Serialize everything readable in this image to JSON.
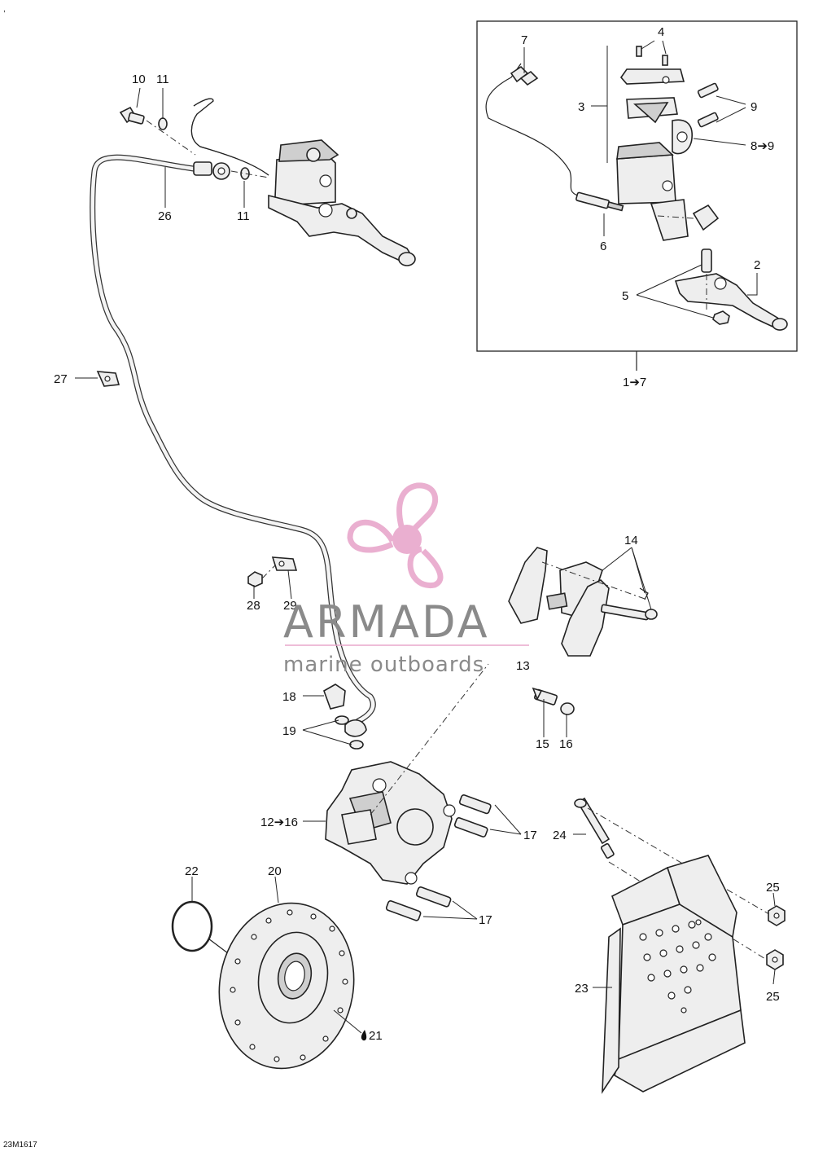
{
  "corner_mark": ",",
  "diagram_code": "23M1617",
  "callouts": [
    {
      "id": "c1",
      "text": "7"
    },
    {
      "id": "c2",
      "text": "4"
    },
    {
      "id": "c3",
      "text": "3"
    },
    {
      "id": "c4",
      "text": "9"
    },
    {
      "id": "c5",
      "text": "8➔9"
    },
    {
      "id": "c6",
      "text": "6"
    },
    {
      "id": "c7",
      "text": "2"
    },
    {
      "id": "c8",
      "text": "5"
    },
    {
      "id": "c9",
      "text": "1➔7"
    },
    {
      "id": "c10",
      "text": "10"
    },
    {
      "id": "c11",
      "text": "11"
    },
    {
      "id": "c12",
      "text": "26"
    },
    {
      "id": "c13",
      "text": "11"
    },
    {
      "id": "c14",
      "text": "27"
    },
    {
      "id": "c15",
      "text": "14"
    },
    {
      "id": "c16",
      "text": "28"
    },
    {
      "id": "c17",
      "text": "29"
    },
    {
      "id": "c18",
      "text": "13"
    },
    {
      "id": "c19",
      "text": "18"
    },
    {
      "id": "c20",
      "text": "19"
    },
    {
      "id": "c21",
      "text": "15"
    },
    {
      "id": "c22",
      "text": "16"
    },
    {
      "id": "c23",
      "text": "12➔16"
    },
    {
      "id": "c24",
      "text": "17"
    },
    {
      "id": "c25",
      "text": "24"
    },
    {
      "id": "c26",
      "text": "22"
    },
    {
      "id": "c27",
      "text": "20"
    },
    {
      "id": "c28",
      "text": "25"
    },
    {
      "id": "c29",
      "text": "17"
    },
    {
      "id": "c30",
      "text": "23"
    },
    {
      "id": "c31",
      "text": "25"
    },
    {
      "id": "c32",
      "text": "21"
    }
  ],
  "watermark": {
    "brand": "ARMADA",
    "tagline": "marine outboards",
    "color": "#e8a7cb"
  }
}
